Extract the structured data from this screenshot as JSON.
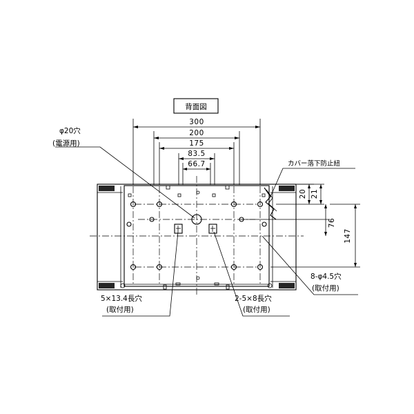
{
  "title": "背面図",
  "dimensions": {
    "w300": "300",
    "w200": "200",
    "w175": "175",
    "w83_5": "83.5",
    "w66_7": "66.7",
    "h20": "20",
    "h21": "21",
    "h76": "76",
    "h147": "147"
  },
  "labels": {
    "power_hole": "φ20穴",
    "power_hole_note": "(電源用)",
    "cover_stopper": "カバー落下防止紐",
    "mount_holes_8": "8-φ4.5穴",
    "mount_holes_8_note": "(取付用)",
    "slot_5x13": "5×13.4長穴",
    "slot_5x13_note": "(取付用)",
    "slot_2_5x8": "2-5×8長穴",
    "slot_2_5x8_note": "(取付用)"
  }
}
